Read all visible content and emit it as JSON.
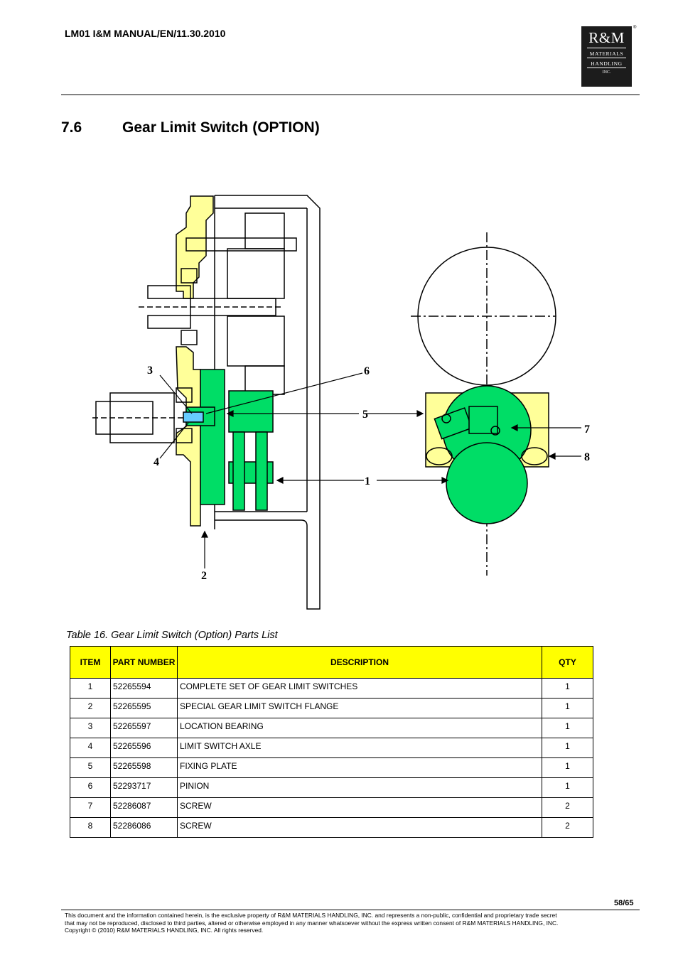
{
  "header": {
    "title": "LM01 I&M MANUAL/EN/11.30.2010",
    "logo_main": "R&M",
    "logo_line1": "MATERIALS",
    "logo_line2": "HANDLING",
    "logo_line3": "INC.",
    "logo_reg": "®"
  },
  "section": {
    "number": "7.6",
    "title": "Gear Limit Switch (OPTION)"
  },
  "drawing": {
    "callouts": [
      "1",
      "2",
      "3",
      "4",
      "5",
      "6",
      "7",
      "8"
    ],
    "colors": {
      "part_yellow": "#ffff99",
      "part_green": "#00dd66",
      "line": "#000000"
    }
  },
  "table": {
    "caption": "Table 16. Gear Limit Switch (Option) Parts List",
    "headers": [
      "ITEM",
      "PART NUMBER",
      "DESCRIPTION",
      "QTY"
    ],
    "header_color": "#ffff00",
    "rows": [
      [
        "1",
        "52265594",
        "COMPLETE SET OF GEAR LIMIT SWITCHES",
        "1"
      ],
      [
        "2",
        "52265595",
        "SPECIAL GEAR LIMIT SWITCH FLANGE",
        "1"
      ],
      [
        "3",
        "52265597",
        "LOCATION BEARING",
        "1"
      ],
      [
        "4",
        "52265596",
        "LIMIT SWITCH AXLE",
        "1"
      ],
      [
        "5",
        "52265598",
        "FIXING PLATE",
        "1"
      ],
      [
        "6",
        "52293717",
        "PINION",
        "1"
      ],
      [
        "7",
        "52286087",
        "SCREW",
        "2"
      ],
      [
        "8",
        "52286086",
        "SCREW",
        "2"
      ]
    ]
  },
  "footer": {
    "page": "58/65",
    "line1": "This document and the information contained herein, is the exclusive property of R&M MATERIALS HANDLING, INC.  and represents a non-public, confidential and proprietary trade secret",
    "line2": "that may not be reproduced, disclosed to third parties, altered or otherwise employed in any manner whatsoever without the express written consent of R&M MATERIALS HANDLING, INC.",
    "line3": "Copyright © (2010) R&M MATERIALS HANDLING, INC.  All rights reserved."
  }
}
